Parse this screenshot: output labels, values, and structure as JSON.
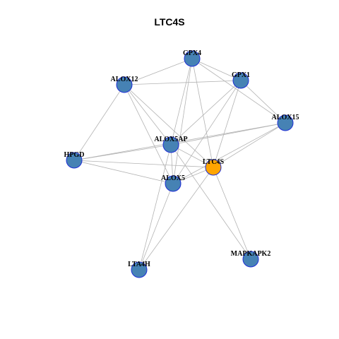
{
  "title": "LTC4S",
  "colors": {
    "node_fill": "#4682b4",
    "node_stroke": "#1f2fd6",
    "highlight_fill": "#ffa500",
    "edge": "#b3b3b3"
  },
  "nodes": [
    {
      "id": "GPX4",
      "label": "GPX4",
      "highlight": false
    },
    {
      "id": "ALOX12",
      "label": "ALOX12",
      "highlight": false
    },
    {
      "id": "GPX1",
      "label": "GPX1",
      "highlight": false
    },
    {
      "id": "ALOX15",
      "label": "ALOX15",
      "highlight": false
    },
    {
      "id": "ALOX5AP",
      "label": "ALOX5AP",
      "highlight": false
    },
    {
      "id": "HPGD",
      "label": "HPGD",
      "highlight": false
    },
    {
      "id": "LTC4S",
      "label": "LTC4S",
      "highlight": true
    },
    {
      "id": "ALOX5",
      "label": "ALOX5",
      "highlight": false
    },
    {
      "id": "MAPKAPK2",
      "label": "MAPKAPK2",
      "highlight": false
    },
    {
      "id": "LTA4H",
      "label": "LTA4H",
      "highlight": false
    }
  ],
  "edges": [
    [
      "ALOX12",
      "GPX4"
    ],
    [
      "ALOX12",
      "GPX1"
    ],
    [
      "ALOX12",
      "HPGD"
    ],
    [
      "ALOX12",
      "ALOX5AP"
    ],
    [
      "ALOX12",
      "LTC4S"
    ],
    [
      "ALOX12",
      "ALOX5"
    ],
    [
      "GPX4",
      "GPX1"
    ],
    [
      "GPX4",
      "ALOX15"
    ],
    [
      "GPX4",
      "ALOX5AP"
    ],
    [
      "GPX4",
      "LTC4S"
    ],
    [
      "GPX4",
      "ALOX5"
    ],
    [
      "GPX1",
      "ALOX15"
    ],
    [
      "GPX1",
      "ALOX5AP"
    ],
    [
      "GPX1",
      "LTC4S"
    ],
    [
      "GPX1",
      "ALOX5"
    ],
    [
      "ALOX15",
      "HPGD"
    ],
    [
      "ALOX15",
      "ALOX5AP"
    ],
    [
      "ALOX15",
      "LTC4S"
    ],
    [
      "ALOX15",
      "ALOX5"
    ],
    [
      "HPGD",
      "ALOX5AP"
    ],
    [
      "HPGD",
      "LTC4S"
    ],
    [
      "HPGD",
      "ALOX5"
    ],
    [
      "ALOX5AP",
      "LTC4S"
    ],
    [
      "ALOX5AP",
      "ALOX5"
    ],
    [
      "ALOX5AP",
      "MAPKAPK2"
    ],
    [
      "ALOX5AP",
      "LTA4H"
    ],
    [
      "LTC4S",
      "ALOX5"
    ],
    [
      "LTC4S",
      "MAPKAPK2"
    ],
    [
      "LTC4S",
      "LTA4H"
    ],
    [
      "ALOX5",
      "LTA4H"
    ]
  ]
}
